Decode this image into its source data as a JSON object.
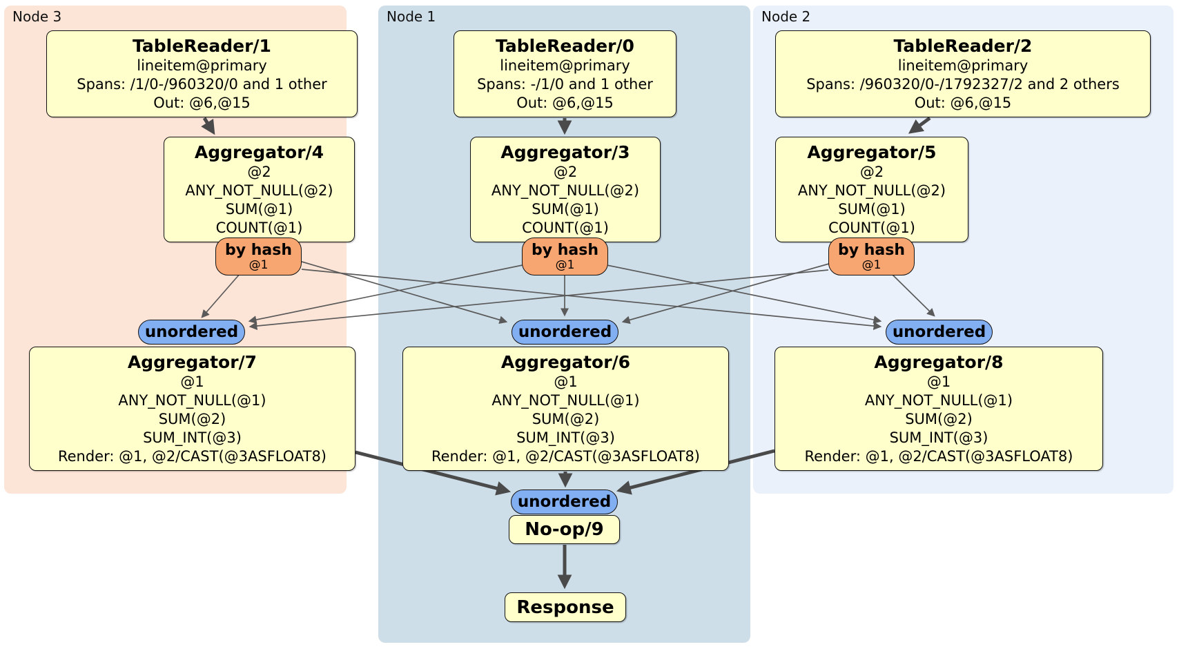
{
  "regions": [
    {
      "label": "Node 3"
    },
    {
      "label": "Node 1"
    },
    {
      "label": "Node 2"
    }
  ],
  "processors": {
    "tableReader1": {
      "title": "TableReader/1",
      "lines": [
        "lineitem@primary",
        "Spans: /1/0-/960320/0 and 1 other",
        "Out: @6,@15"
      ]
    },
    "tableReader0": {
      "title": "TableReader/0",
      "lines": [
        "lineitem@primary",
        "Spans: -/1/0 and 1 other",
        "Out: @6,@15"
      ]
    },
    "tableReader2": {
      "title": "TableReader/2",
      "lines": [
        "lineitem@primary",
        "Spans: /960320/0-/1792327/2 and 2 others",
        "Out: @6,@15"
      ]
    },
    "aggregator4": {
      "title": "Aggregator/4",
      "lines": [
        "@2",
        "ANY_NOT_NULL(@2)",
        "SUM(@1)",
        "COUNT(@1)"
      ]
    },
    "aggregator3": {
      "title": "Aggregator/3",
      "lines": [
        "@2",
        "ANY_NOT_NULL(@2)",
        "SUM(@1)",
        "COUNT(@1)"
      ]
    },
    "aggregator5": {
      "title": "Aggregator/5",
      "lines": [
        "@2",
        "ANY_NOT_NULL(@2)",
        "SUM(@1)",
        "COUNT(@1)"
      ]
    },
    "aggregator7": {
      "title": "Aggregator/7",
      "lines": [
        "@1",
        "ANY_NOT_NULL(@1)",
        "SUM(@2)",
        "SUM_INT(@3)",
        "Render: @1, @2/CAST(@3ASFLOAT8)"
      ]
    },
    "aggregator6": {
      "title": "Aggregator/6",
      "lines": [
        "@1",
        "ANY_NOT_NULL(@1)",
        "SUM(@2)",
        "SUM_INT(@3)",
        "Render: @1, @2/CAST(@3ASFLOAT8)"
      ]
    },
    "aggregator8": {
      "title": "Aggregator/8",
      "lines": [
        "@1",
        "ANY_NOT_NULL(@1)",
        "SUM(@2)",
        "SUM_INT(@3)",
        "Render: @1, @2/CAST(@3ASFLOAT8)"
      ]
    },
    "noop": {
      "title": "No-op/9"
    },
    "response": {
      "title": "Response"
    }
  },
  "router": {
    "label": "by hash",
    "detail": "@1"
  },
  "sync": {
    "label": "unordered"
  },
  "colors": {
    "node3_bg": "#fce4d7",
    "node1_bg": "#cedee9",
    "node2_bg": "#eaf1fb",
    "processor_bg": "#ffffcc",
    "router_bg": "#f7a571",
    "sync_bg": "#82aef2",
    "edge_thin": "#5a5a5a",
    "edge_thick": "#4a4a4a"
  }
}
